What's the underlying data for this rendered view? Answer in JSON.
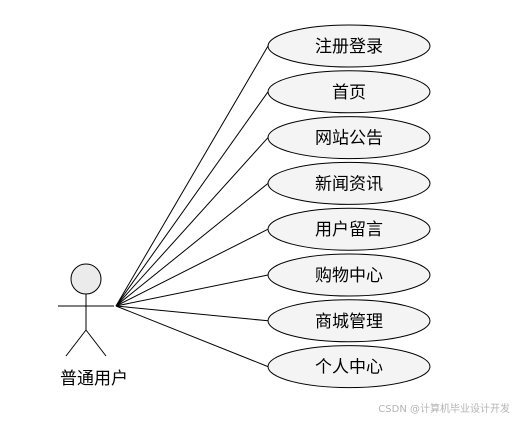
{
  "diagram": {
    "type": "use-case",
    "actor": {
      "label": "普通用户"
    },
    "use_cases": [
      {
        "label": "注册登录"
      },
      {
        "label": "首页"
      },
      {
        "label": "网站公告"
      },
      {
        "label": "新闻资讯"
      },
      {
        "label": "用户留言"
      },
      {
        "label": "购物中心"
      },
      {
        "label": "商城管理"
      },
      {
        "label": "个人中心"
      }
    ],
    "colors": {
      "ellipse_fill": "#f4f4f4",
      "stroke": "#000000",
      "actor_head_fill": "#ebebeb"
    }
  },
  "watermark": "CSDN @计算机毕业设计开发"
}
